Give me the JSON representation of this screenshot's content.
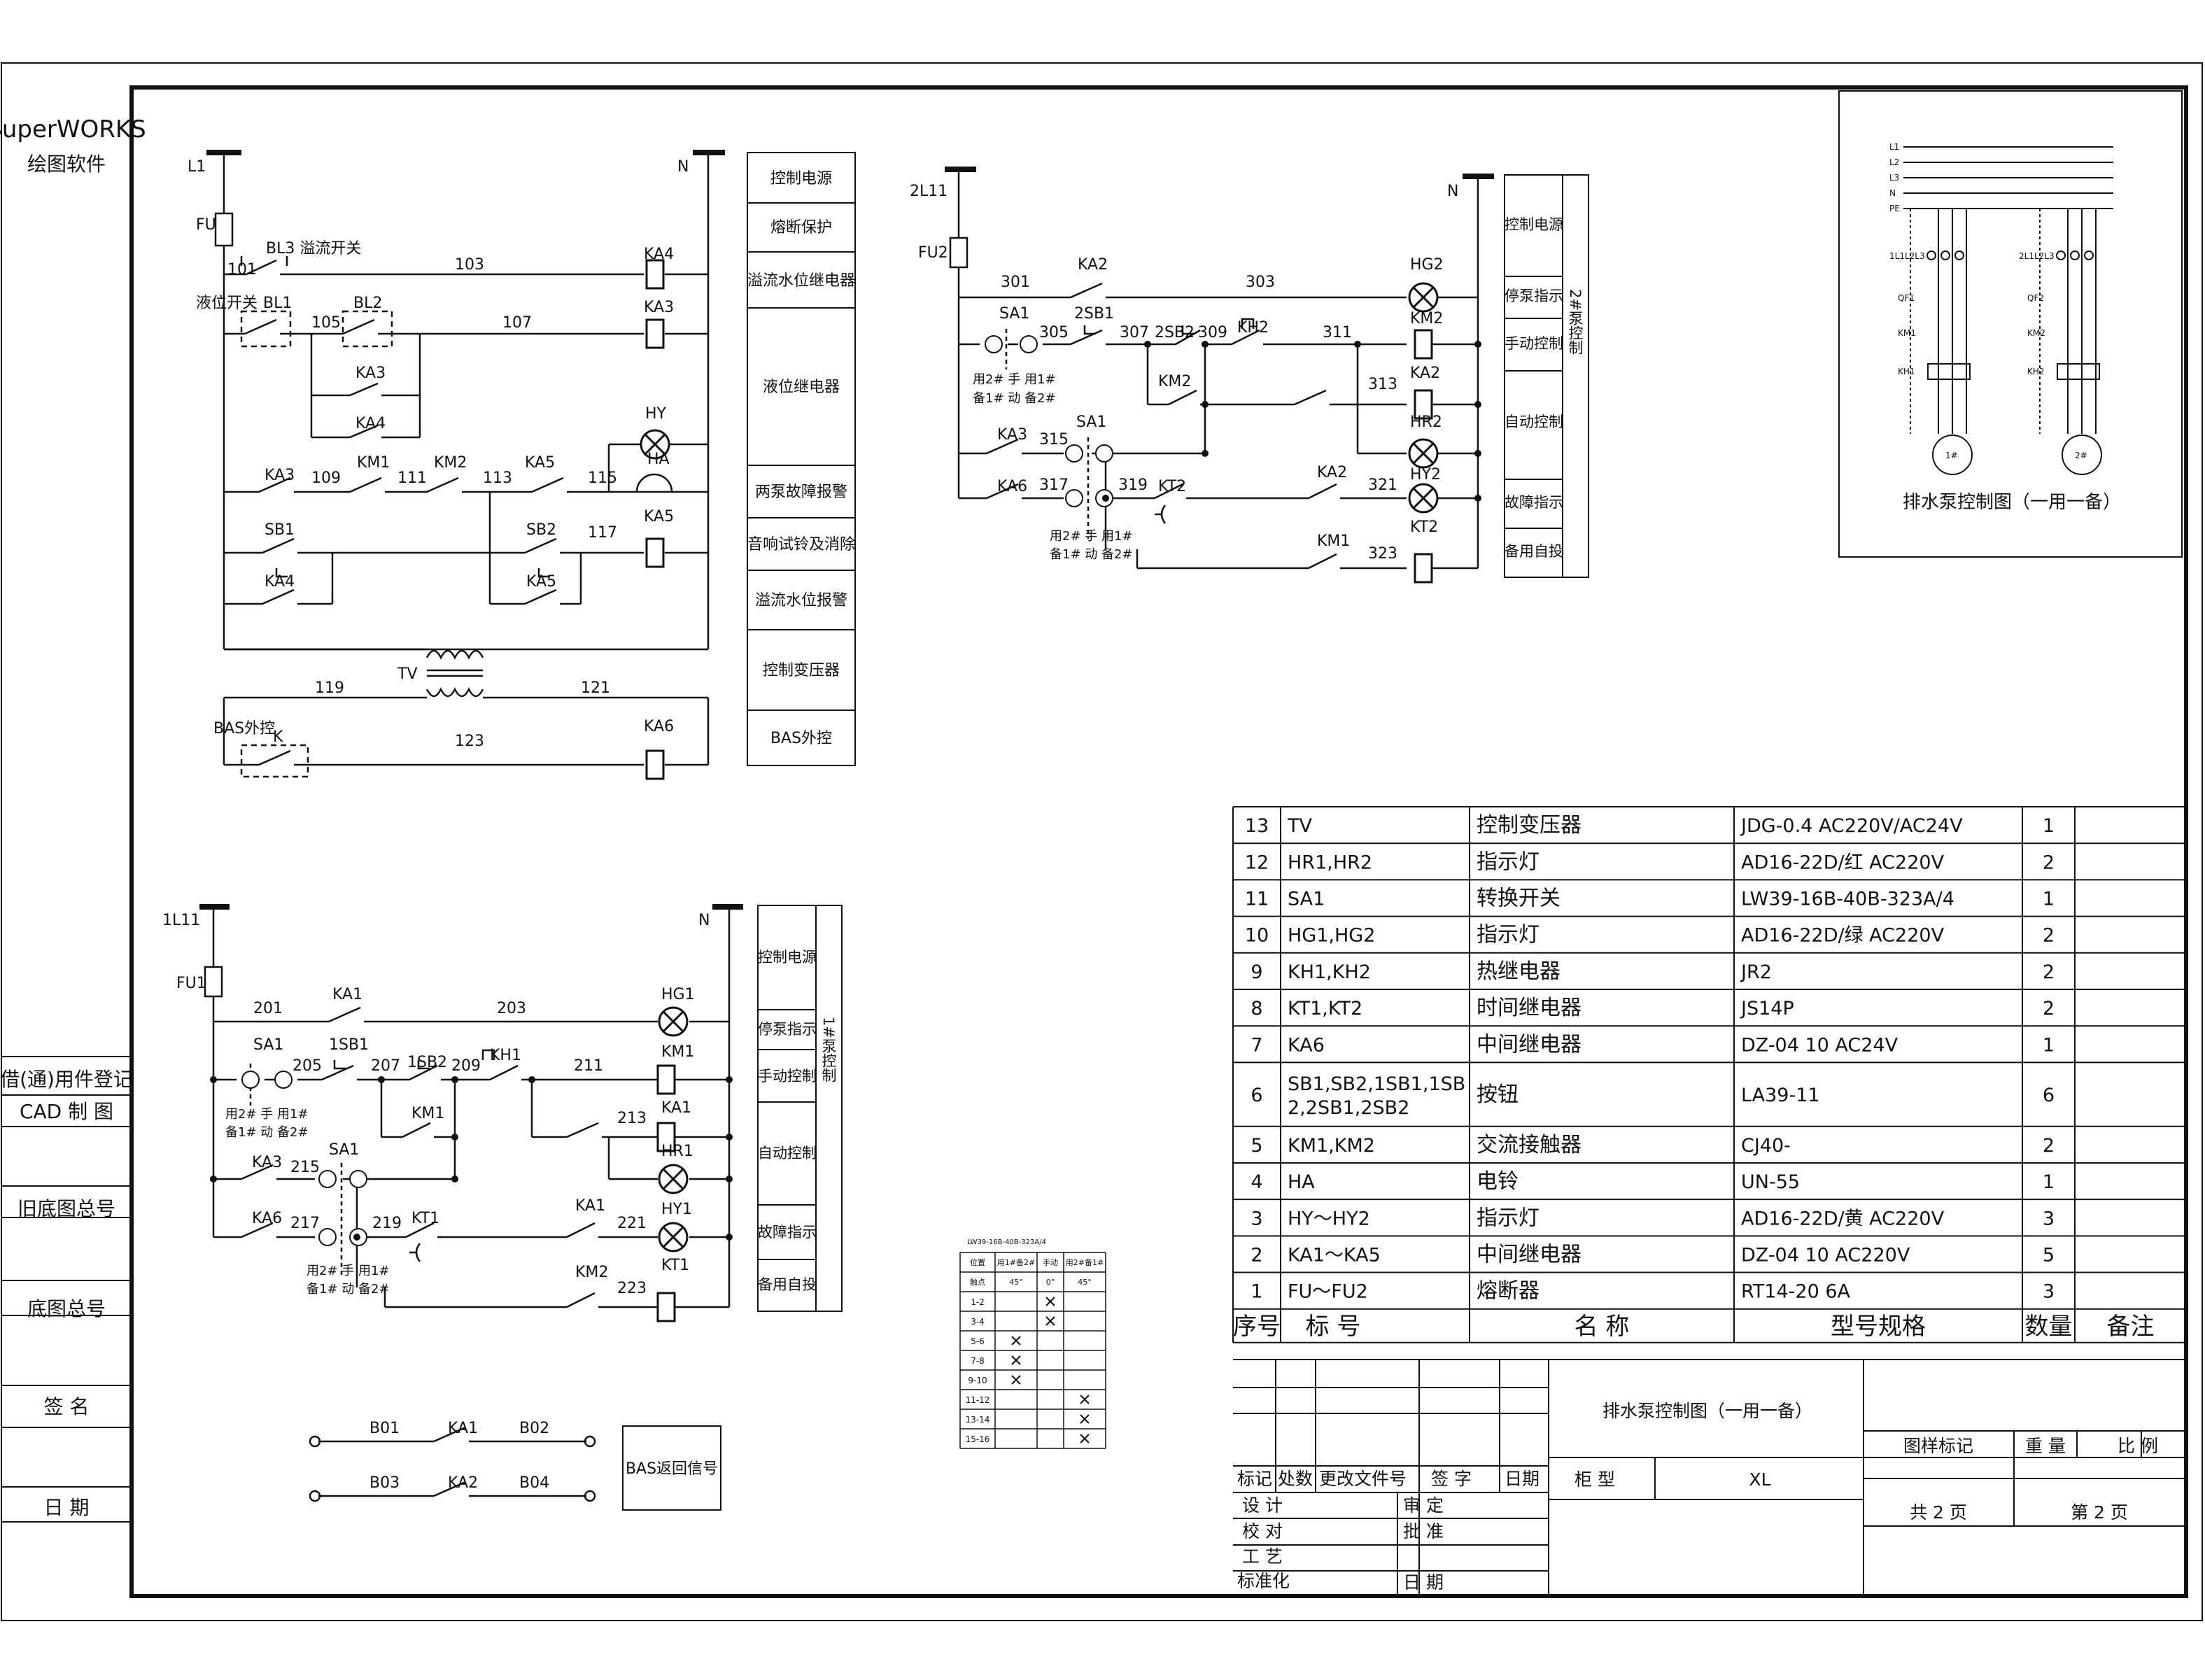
{
  "software": {
    "name": "SuperWORKS",
    "subtitle": "绘图软件"
  },
  "left_strip": [
    "借(通)用件登记",
    "CAD 制 图",
    "旧底图总号",
    "底图总号",
    "签 名",
    "日 期"
  ],
  "circuit1": {
    "rails": {
      "l": "L1",
      "n": "N",
      "l_sub": "L1"
    },
    "fuse": "FU",
    "nodes": [
      "101",
      "103",
      "105",
      "107",
      "109",
      "111",
      "113",
      "115",
      "117",
      "119",
      "121",
      "123"
    ],
    "switches": {
      "overflow": "BL3 溢流开关",
      "level": "液位开关",
      "bl1": "BL1",
      "bl2": "BL2",
      "k": "K"
    },
    "contacts": [
      "KA3",
      "KA4",
      "KA3",
      "KM1",
      "KM2",
      "KA5",
      "SB1",
      "KA4",
      "SB2",
      "KA5"
    ],
    "coils": [
      "KA4",
      "KA3",
      "KA5",
      "KA6"
    ],
    "lamp": "HY",
    "bell": "HA",
    "transformer": "TV",
    "bas": "BAS外控"
  },
  "legend1": [
    "控制电源",
    "熔断保护",
    "溢流水位继电器",
    "液位继电器",
    "两泵故障报警",
    "音响试铃及消除",
    "溢流水位报警",
    "控制变压器",
    "BAS外控"
  ],
  "circuit2": {
    "rail": "2L11",
    "n": "N",
    "fuse": "FU2",
    "nodes": [
      "301",
      "303",
      "305",
      "307",
      "309",
      "311",
      "313",
      "315",
      "317",
      "319",
      "321",
      "323"
    ],
    "elements": [
      "KA2",
      "SA1",
      "2SB1",
      "2SB2",
      "KH2",
      "KM2",
      "KA3",
      "KA6",
      "KT2",
      "KA2",
      "KM1",
      "SA1"
    ],
    "sa_labels": [
      "用2# 手 用1#",
      "备1# 动 备2#"
    ],
    "lamps": [
      "HG2",
      "HR2",
      "HY2"
    ],
    "coils": [
      "KM2",
      "KA2",
      "KT2"
    ]
  },
  "legend2": {
    "items": [
      "控制电源",
      "停泵指示",
      "手动控制",
      "自动控制",
      "故障指示",
      "备用自投"
    ],
    "side": "2#泵控制"
  },
  "circuit3": {
    "rail": "1L11",
    "n": "N",
    "fuse": "FU1",
    "nodes": [
      "201",
      "203",
      "205",
      "207",
      "209",
      "211",
      "213",
      "215",
      "217",
      "219",
      "221",
      "223"
    ],
    "elements": [
      "KA1",
      "SA1",
      "1SB1",
      "1SB2",
      "KH1",
      "KM1",
      "KA3",
      "KA6",
      "KT1",
      "KA1",
      "KM2",
      "SA1"
    ],
    "sa_labels": [
      "用2# 手 用1#",
      "备1# 动 备2#"
    ],
    "lamps": [
      "HG1",
      "HR1",
      "HY1"
    ],
    "coils": [
      "KM1",
      "KA1",
      "KT1"
    ]
  },
  "legend3": {
    "items": [
      "控制电源",
      "停泵指示",
      "手动控制",
      "自动控制",
      "故障指示",
      "备用自投"
    ],
    "side": "1#泵控制"
  },
  "bas_return": {
    "lines": [
      {
        "a": "B01",
        "k": "KA1",
        "b": "B02"
      },
      {
        "a": "B03",
        "k": "KA2",
        "b": "B04"
      }
    ],
    "label": "BAS返回信号"
  },
  "sa_table": {
    "caption": "LW39-16B-40B-323A/4",
    "header1": [
      "位置",
      "用1#备2#",
      "手动",
      "用2#备1#"
    ],
    "header2": [
      "触点",
      "45°",
      "0°",
      "45°"
    ],
    "rows": [
      {
        "c": "1-2",
        "m": [
          "",
          "x",
          ""
        ]
      },
      {
        "c": "3-4",
        "m": [
          "",
          "x",
          ""
        ]
      },
      {
        "c": "5-6",
        "m": [
          "x",
          "",
          ""
        ]
      },
      {
        "c": "7-8",
        "m": [
          "x",
          "",
          ""
        ]
      },
      {
        "c": "9-10",
        "m": [
          "x",
          "",
          ""
        ]
      },
      {
        "c": "11-12",
        "m": [
          "",
          "",
          "x"
        ]
      },
      {
        "c": "13-14",
        "m": [
          "",
          "",
          "x"
        ]
      },
      {
        "c": "15-16",
        "m": [
          "",
          "",
          "x"
        ]
      }
    ]
  },
  "inset": {
    "title": "排水泵控制图（一用一备）",
    "bus": [
      "L1",
      "L2",
      "L3",
      "N",
      "PE"
    ],
    "labels": [
      "1L1L2L3",
      "2L1L2L3",
      "QF1",
      "QF2",
      "KM1",
      "KM2",
      "KH1",
      "KH2",
      "1#",
      "2#"
    ]
  },
  "bom": {
    "header": {
      "no": "序号",
      "tag": "标 号",
      "name": "名 称",
      "spec": "型号规格",
      "qty": "数量",
      "note": "备注"
    },
    "rows": [
      {
        "no": "13",
        "tag": "TV",
        "name": "控制变压器",
        "spec": "JDG-0.4 AC220V/AC24V",
        "qty": "1"
      },
      {
        "no": "12",
        "tag": "HR1,HR2",
        "name": "指示灯",
        "spec": "AD16-22D/红 AC220V",
        "qty": "2"
      },
      {
        "no": "11",
        "tag": "SA1",
        "name": "转换开关",
        "spec": "LW39-16B-40B-323A/4",
        "qty": "1"
      },
      {
        "no": "10",
        "tag": "HG1,HG2",
        "name": "指示灯",
        "spec": "AD16-22D/绿 AC220V",
        "qty": "2"
      },
      {
        "no": "9",
        "tag": "KH1,KH2",
        "name": "热继电器",
        "spec": "JR2",
        "qty": "2"
      },
      {
        "no": "8",
        "tag": "KT1,KT2",
        "name": "时间继电器",
        "spec": "JS14P",
        "qty": "2"
      },
      {
        "no": "7",
        "tag": "KA6",
        "name": "中间继电器",
        "spec": "DZ-04 10 AC24V",
        "qty": "1"
      },
      {
        "no": "6",
        "tag": "SB1,SB2,1SB1,1SB",
        "tag2": "2,2SB1,2SB2",
        "name": "按钮",
        "spec": "LA39-11",
        "qty": "6"
      },
      {
        "no": "5",
        "tag": "KM1,KM2",
        "name": "交流接触器",
        "spec": "CJ40-",
        "qty": "2"
      },
      {
        "no": "4",
        "tag": "HA",
        "name": "电铃",
        "spec": "UN-55",
        "qty": "1"
      },
      {
        "no": "3",
        "tag": "HY～HY2",
        "name": "指示灯",
        "spec": "AD16-22D/黄 AC220V",
        "qty": "3"
      },
      {
        "no": "2",
        "tag": "KA1～KA5",
        "name": "中间继电器",
        "spec": "DZ-04 10 AC220V",
        "qty": "5"
      },
      {
        "no": "1",
        "tag": "FU～FU2",
        "name": "熔断器",
        "spec": "RT14-20 6A",
        "qty": "3"
      }
    ]
  },
  "title_block": {
    "drawing_title": "排水泵控制图（一用一备）",
    "rev_headers": [
      "标记",
      "处数",
      "更改文件号",
      "签 字",
      "日期"
    ],
    "roles": [
      "设 计",
      "校 对",
      "工 艺",
      "标准化"
    ],
    "approvals": [
      "审 定",
      "批 准",
      "日 期"
    ],
    "cabinet_label": "柜 型",
    "cabinet_value": "XL",
    "marks": [
      "图样标记",
      "重 量",
      "比 例"
    ],
    "sheets_total": "共 2 页",
    "sheet_no": "第 2 页"
  }
}
